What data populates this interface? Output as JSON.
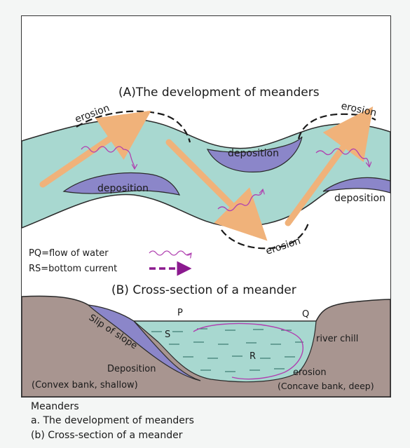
{
  "part_a": {
    "title": "(A)The development of meanders",
    "erosion_labels": [
      "erosion",
      "erosion",
      "erosion"
    ],
    "deposition_labels": [
      "deposition",
      "deposition",
      "deposition"
    ]
  },
  "legend": {
    "pq": "PQ=flow of water",
    "rs": "RS=bottom current"
  },
  "part_b": {
    "title": "(B) Cross-section of a meander",
    "point_p": "P",
    "point_q": "Q",
    "point_s": "S",
    "point_r": "R",
    "slip_of_slope": "Slip of slope",
    "deposition": "Deposition",
    "convex_bank": "(Convex bank, shallow)",
    "river_chill": "river chill",
    "erosion": "erosion",
    "concave_bank": "(Concave bank, deep)"
  },
  "captions": {
    "heading": "Meanders",
    "a": "a. The development of meanders",
    "b": "(b) Cross-section of a meander"
  },
  "colors": {
    "water": "#a8d8d0",
    "deposition": "#8b86c9",
    "ground": "#a89590",
    "arrow": "#f0b27a",
    "current": "#8b1a8f"
  }
}
